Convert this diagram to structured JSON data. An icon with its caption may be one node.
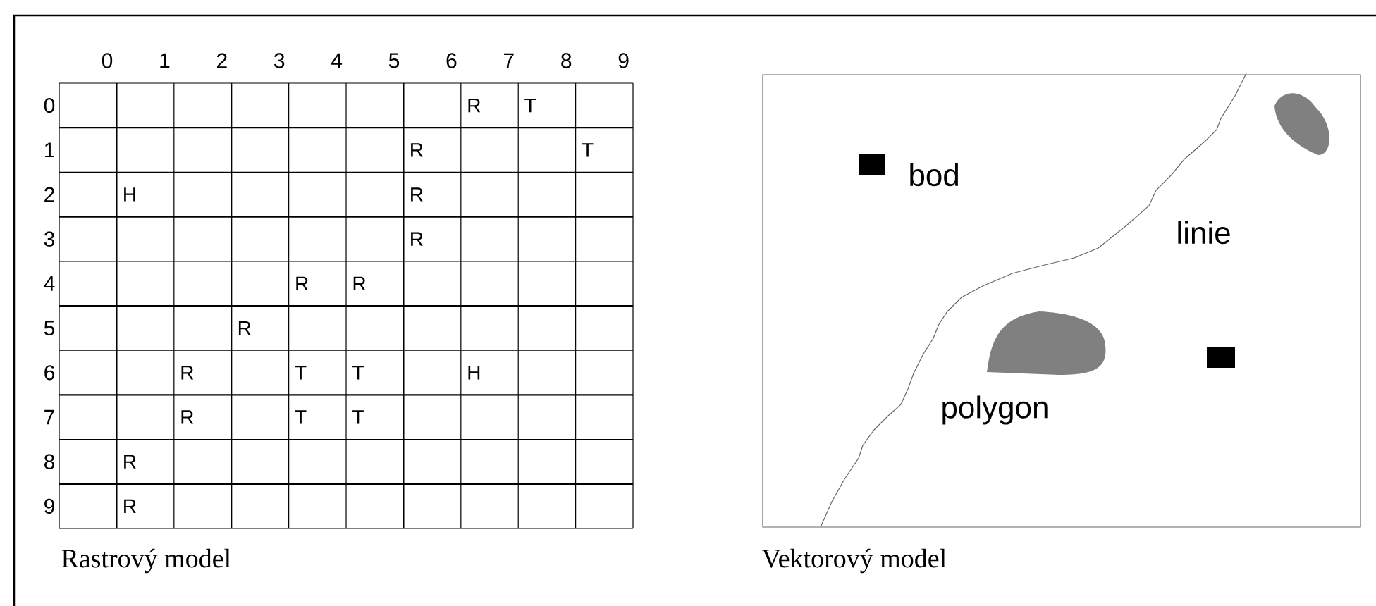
{
  "diagram": {
    "labels": [
      "0",
      "1",
      "2",
      "3",
      "4",
      "5",
      "6",
      "7",
      "8",
      "9",
      "0",
      "R",
      "T",
      "1",
      "R",
      "T",
      "2",
      "H",
      "R",
      "3",
      "R",
      "4",
      "R",
      "R",
      "5",
      "R",
      "6",
      "R",
      "T",
      "T",
      "H",
      "7",
      "R",
      "T",
      "T",
      "8",
      "R",
      "9",
      "R",
      "Rastrový model",
      "bod",
      "linie",
      "polygon",
      "Vektorový model"
    ]
  }
}
